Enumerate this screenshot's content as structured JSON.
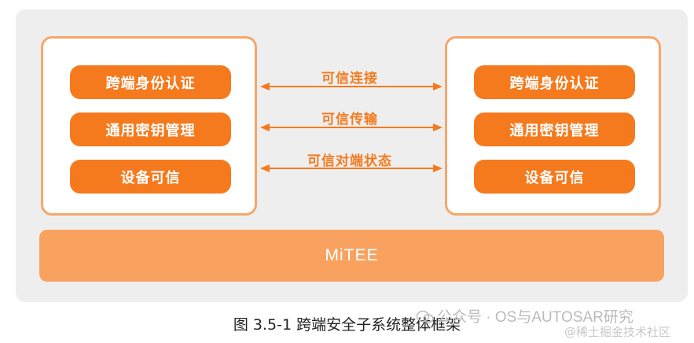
{
  "left_device": {
    "items": [
      "跨端身份认证",
      "通用密钥管理",
      "设备可信"
    ]
  },
  "right_device": {
    "items": [
      "跨端身份认证",
      "通用密钥管理",
      "设备可信"
    ]
  },
  "channels": [
    "可信连接",
    "可信传输",
    "可信对端状态"
  ],
  "base_layer": "MiTEE",
  "caption": "图 3.5-1 跨端安全子系统整体框架",
  "watermark": {
    "text": "公众号 · OS与AUTOSAR研究",
    "sub": "@稀土掘金技术社区"
  },
  "colors": {
    "accent": "#f57a1e",
    "device_border": "#f7a66a",
    "base_layer": "#f9a260",
    "background_panel": "#eeeeee"
  }
}
